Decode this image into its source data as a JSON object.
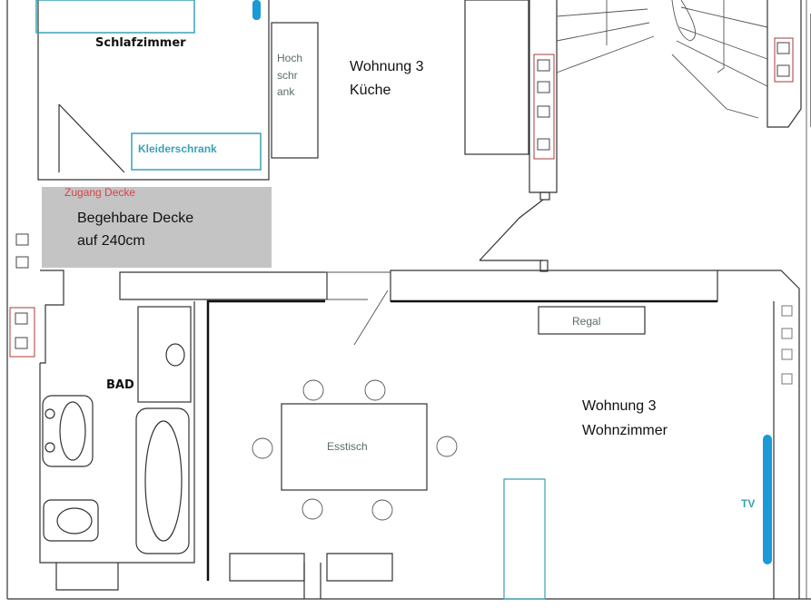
{
  "rooms": {
    "schlafzimmer": "Schlafzimmer",
    "kueche_line1": "Wohnung 3",
    "kueche_line2": "Küche",
    "bad": "BAD",
    "wohnzimmer_line1": "Wohnung 3",
    "wohnzimmer_line2": "Wohnzimmer"
  },
  "furniture": {
    "hochschrank": [
      "Hoch",
      "schr",
      "ank"
    ],
    "kleiderschrank": "Kleiderschrank",
    "esstisch": "Esstisch",
    "regal": "Regal",
    "tv": "TV"
  },
  "ceiling": {
    "access": "Zugang Decke",
    "line1": "Begehbare Decke",
    "line2": "auf 240cm"
  },
  "colors": {
    "furniture_outline": "#3aa1b5",
    "tv": "#1a9ad6",
    "ceiling_fill": "#c4c4c4",
    "access_text": "#d9434a",
    "vent_outline": "#a83a3a"
  }
}
